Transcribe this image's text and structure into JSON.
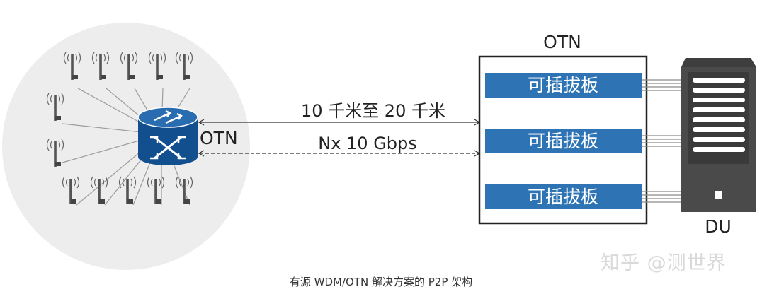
{
  "left_node_label": "OTN",
  "link": {
    "distance_label": "10 千米至 20 千米",
    "rate_label": "Nx 10 Gbps"
  },
  "otn_box": {
    "title": "OTN",
    "cards": [
      "可插拔板",
      "可插拔板",
      "可插拔板"
    ]
  },
  "du_label": "DU",
  "caption": "有源 WDM/OTN 解决方案的 P2P 架构",
  "watermark": "知乎 @测世界",
  "colors": {
    "card_blue": "#2e74b5",
    "router_blue": "#124f8e",
    "circle_bg": "#ededed",
    "server_dark": "#4a4a4a"
  }
}
